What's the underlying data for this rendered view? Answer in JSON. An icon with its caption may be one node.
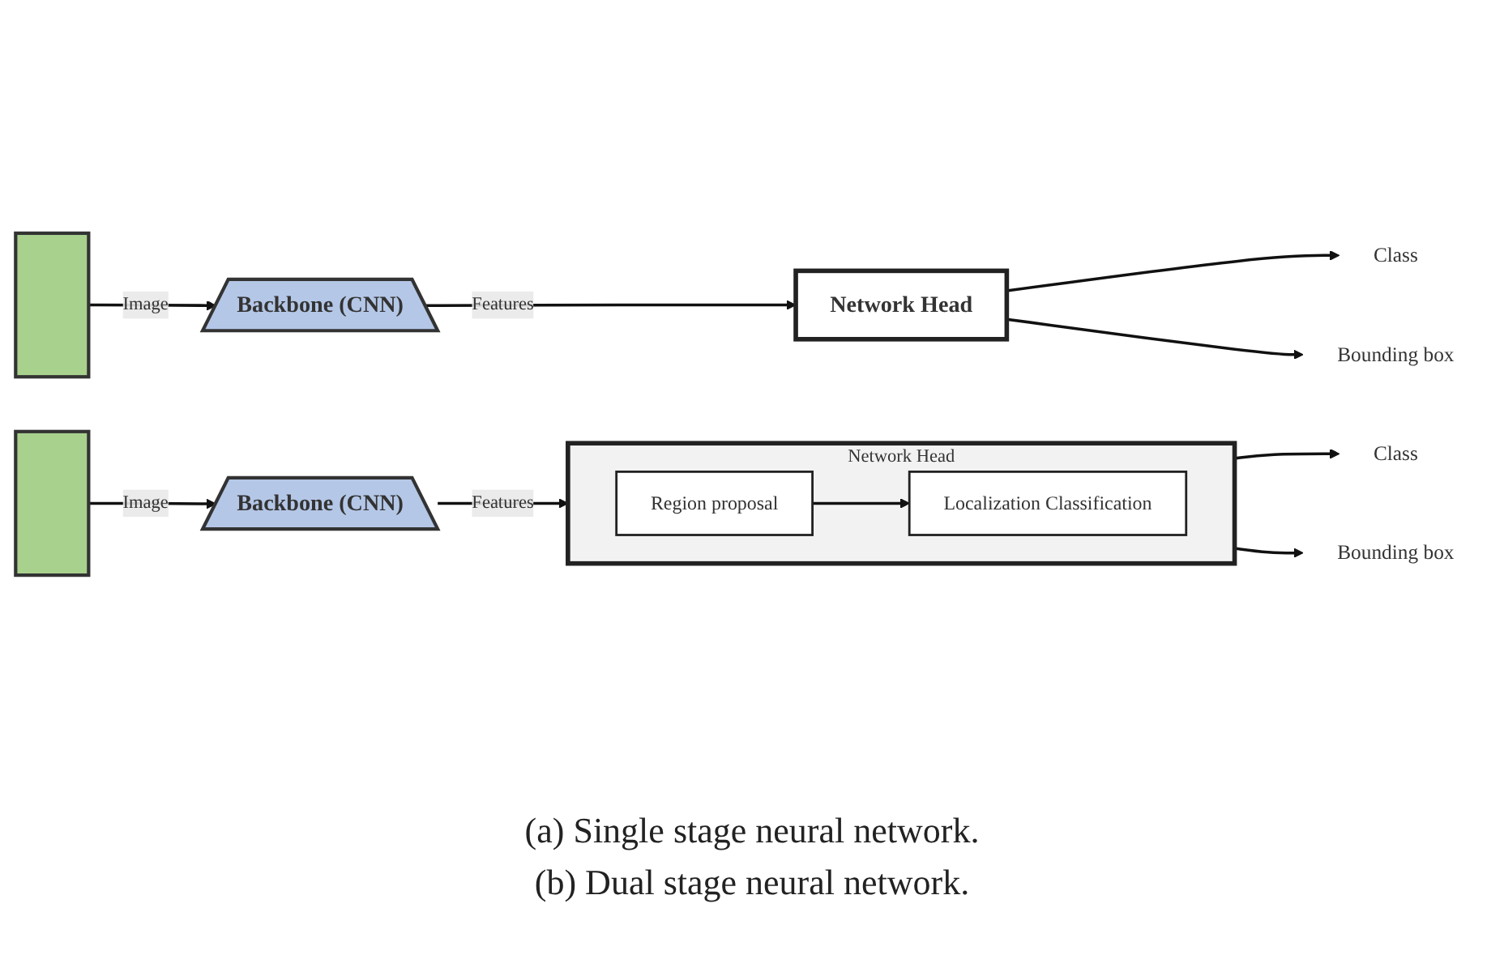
{
  "diagram": {
    "nodes": [
      {
        "text": [],
        "shape": "bar"
      },
      {
        "text": [
          "Backbone (CNN)"
        ]
      },
      {
        "text": [
          "Network Head"
        ]
      },
      {
        "text": [
          "Class"
        ]
      },
      {
        "text": [
          "Bounding box"
        ]
      },
      {
        "text": [],
        "shape": "bar"
      },
      {
        "text": [
          "Backbone (CNN)"
        ]
      },
      {
        "text": [
          "Network Head"
        ]
      },
      {
        "text": [
          "Region proposal"
        ],
        "in": 7
      },
      {
        "text": [
          "Localization Classification"
        ],
        "in": 7
      },
      {
        "text": [
          "Class"
        ]
      },
      {
        "text": [
          "Bounding box"
        ]
      }
    ],
    "edges": [
      {
        "from": 0,
        "to": 1,
        "arrow": "to",
        "label": "Image"
      },
      {
        "from": 1,
        "to": 2,
        "arrow": "to",
        "label": "Features"
      },
      {
        "from": 2,
        "to": 3,
        "arrow": "to"
      },
      {
        "from": 2,
        "to": 4,
        "arrow": "to"
      },
      {
        "from": 5,
        "to": 6,
        "arrow": "to",
        "label": "Image"
      },
      {
        "from": 6,
        "to": 7,
        "arrow": "to",
        "label": "Features"
      },
      {
        "from": 8,
        "to": 9,
        "arrow": "to"
      },
      {
        "from": 7,
        "to": 10,
        "arrow": "to"
      },
      {
        "from": 7,
        "to": 11,
        "arrow": "to"
      }
    ],
    "labels": [
      "(a) Single stage neural network.",
      "(b) Dual stage neural network."
    ]
  }
}
